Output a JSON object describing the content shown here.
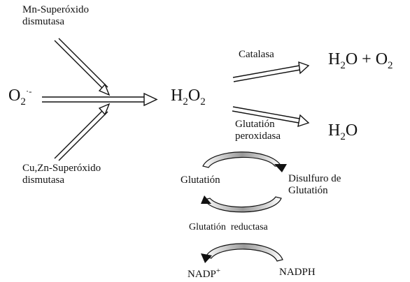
{
  "enzymes": {
    "mn_sod": [
      "Mn-Superóxido",
      "dismutasa"
    ],
    "cuzn_sod": [
      "Cu,Zn-Superóxido",
      "dismutasa"
    ],
    "catalase": "Catalasa",
    "gpx": [
      "Glutatión",
      "peroxidasa"
    ],
    "gr": "Glutatión  reductasa"
  },
  "species": {
    "superoxide": {
      "base": "O",
      "sub": "2",
      "sup": "·-"
    },
    "h2o2": {
      "a": "H",
      "s1": "2",
      "b": "O",
      "s2": "2"
    },
    "water_o2": {
      "a": "H",
      "s1": "2",
      "b": "O + O",
      "s2": "2"
    },
    "water": {
      "a": "H",
      "s1": "2",
      "b": "O"
    }
  },
  "cycle": {
    "glutathione": "Glutatión",
    "disulfide": [
      "Disulfuro de",
      "Glutatión"
    ],
    "nadp": {
      "base": "NADP",
      "sup": "+"
    },
    "nadph": "NADPH"
  },
  "colors": {
    "ink": "#111111",
    "arc_fill": "#bdbdbd",
    "background": "#ffffff"
  }
}
